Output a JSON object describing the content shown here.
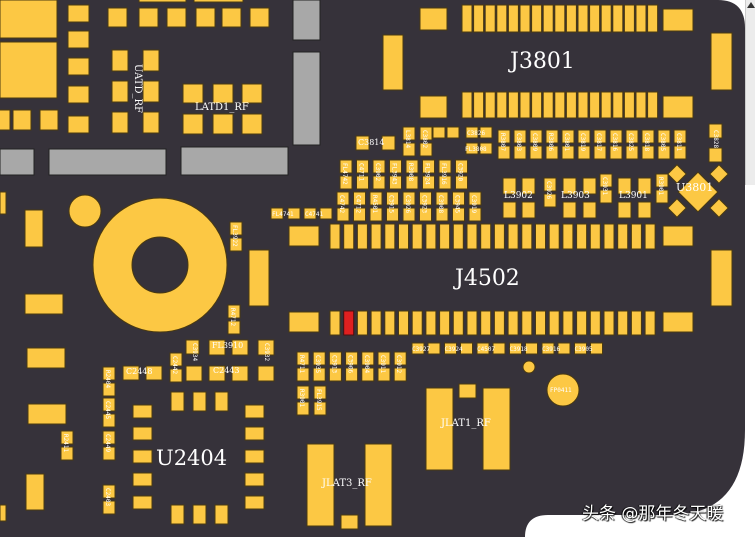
{
  "colors": {
    "board": "#36323a",
    "pad": "#fcc844",
    "keepout": "#a8a8a8",
    "highlight": "#e02020",
    "background": "#ffffff"
  },
  "components": {
    "j3801": "J3801",
    "j4502": "J4502",
    "u2404": "U2404",
    "u3801": "U3801",
    "jlat1": "JLAT1_RF",
    "jlat3": "JLAT3_RF",
    "uatd": "UATD_RF",
    "latd": "LATD1_RF",
    "l3902": "L3902",
    "l3903": "L3903",
    "l3901": "L3901",
    "fl3910": "FL3910",
    "c3814": "C3814",
    "c2448": "C2448",
    "c2443": "C2443",
    "c3934": "C3934",
    "c3932": "C3932",
    "c3828": "C3828",
    "fp0411": "FP0411"
  },
  "small_labels": {
    "row_a": [
      "L3814",
      "C3802",
      "C3826",
      "FL3808",
      "R3807",
      "C3803",
      "C3809",
      "R3806",
      "C3801",
      "C3819",
      "C3817",
      "C3816",
      "C3825",
      "C3818",
      "C3805",
      "C3811"
    ],
    "row_b": [
      "FL4742",
      "C4711",
      "C3902",
      "FL3943",
      "R3908",
      "FL3924",
      "FL3916",
      "C3920"
    ],
    "row_c": [
      "C4742",
      "C4712",
      "R4501",
      "C3915",
      "C3926",
      "C3923",
      "C3908",
      "C3945",
      "C3919"
    ],
    "row_d": [
      "C3927",
      "C3924",
      "C4507",
      "C3918",
      "C3916",
      "C3905"
    ],
    "row_e": [
      "R4711",
      "C3935",
      "C3913",
      "C3906",
      "C3904",
      "C3911",
      "C3912"
    ],
    "misc": [
      "C4741",
      "FL4741",
      "FL3922",
      "R4712",
      "C2442",
      "R2404",
      "C2445",
      "C2449",
      "R2411",
      "C2403",
      "C3926",
      "C3931",
      "R3901",
      "FL3915"
    ]
  },
  "watermark": "头条 @那年冬天暖",
  "scrollbar": {
    "icon": "scroll-up-arrow-icon"
  }
}
